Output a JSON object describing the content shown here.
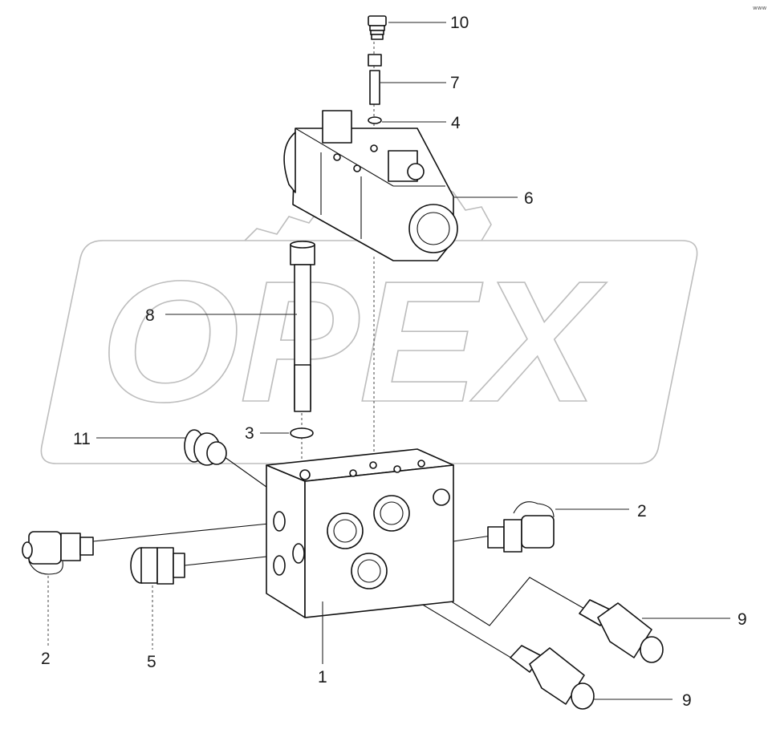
{
  "diagram": {
    "watermark": {
      "text": "OPEX"
    },
    "corner_mark": "www",
    "callouts": [
      {
        "id": "c10",
        "label": "10"
      },
      {
        "id": "c7",
        "label": "7"
      },
      {
        "id": "c4",
        "label": "4"
      },
      {
        "id": "c6",
        "label": "6"
      },
      {
        "id": "c8",
        "label": "8"
      },
      {
        "id": "c3",
        "label": "3"
      },
      {
        "id": "c11",
        "label": "11"
      },
      {
        "id": "c2r",
        "label": "2"
      },
      {
        "id": "c9a",
        "label": "9"
      },
      {
        "id": "c9b",
        "label": "9"
      },
      {
        "id": "c2l",
        "label": "2"
      },
      {
        "id": "c5",
        "label": "5"
      },
      {
        "id": "c1",
        "label": "1"
      }
    ]
  }
}
